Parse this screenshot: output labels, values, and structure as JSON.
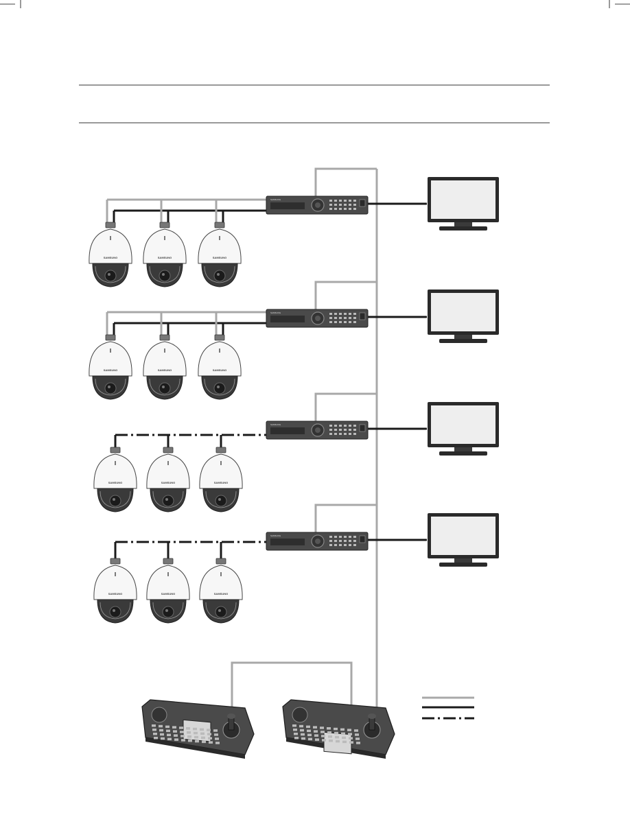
{
  "page": {
    "header_text": "",
    "section_title": ""
  },
  "brand_label": "SAMSUNG",
  "groups": [
    {
      "id": "group-1",
      "camera_link": "coax-and-rs485",
      "cameras": 3
    },
    {
      "id": "group-2",
      "camera_link": "coax-and-rs485",
      "cameras": 3
    },
    {
      "id": "group-3",
      "camera_link": "utp-dash-dot",
      "cameras": 3
    },
    {
      "id": "group-4",
      "camera_link": "utp-dash-dot",
      "cameras": 3
    }
  ],
  "controllers": {
    "count": 2
  },
  "legend": {
    "entries": [
      {
        "style": "gray-solid",
        "label": ""
      },
      {
        "style": "black-solid",
        "label": ""
      },
      {
        "style": "black-dash-dot",
        "label": ""
      }
    ]
  },
  "colors": {
    "gray_line": "#a8a8a8",
    "black_line": "#1a1a1a",
    "dvr_body": "#4a4a4a",
    "monitor_frame": "#2a2a2a",
    "monitor_screen": "#eeeeee",
    "camera_body": "#f7f7f7",
    "camera_dome": "#3a3a3a"
  }
}
